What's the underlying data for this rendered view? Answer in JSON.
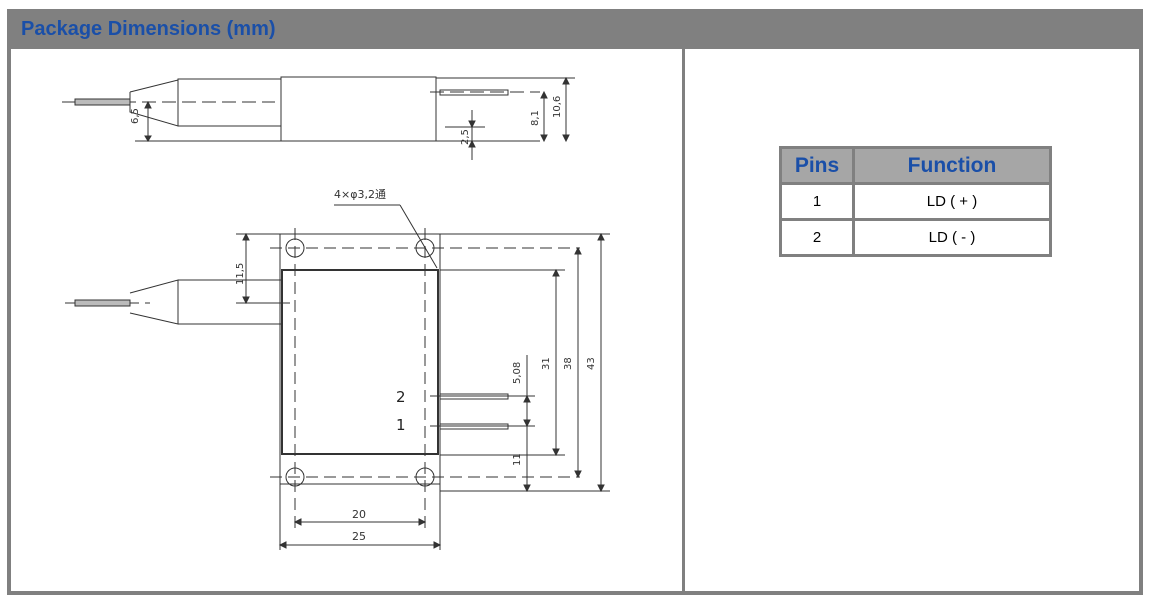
{
  "header": {
    "title": "Package Dimensions (mm)"
  },
  "drawing": {
    "top_view": {
      "dim_fiber": "6,5",
      "dim_pin_offset": "2,5",
      "dim_pin_height": "8,1",
      "dim_total_height": "10,6"
    },
    "front_view": {
      "hole_note": "4×φ3,2通",
      "dim_fiber_offset": "11,5",
      "dim_pin_pitch": "5,08",
      "dim_body": "31",
      "dim_hole_span": "38",
      "dim_total": "43",
      "dim_pin1_offset": "11",
      "dim_hole_pitch": "20",
      "dim_width": "25",
      "pin_label_2": "2",
      "pin_label_1": "1"
    }
  },
  "pins_table": {
    "headers": {
      "pins": "Pins",
      "function": "Function"
    },
    "rows": [
      {
        "pin": "1",
        "function": "LD ( + )"
      },
      {
        "pin": "2",
        "function": "LD ( - )"
      }
    ]
  }
}
